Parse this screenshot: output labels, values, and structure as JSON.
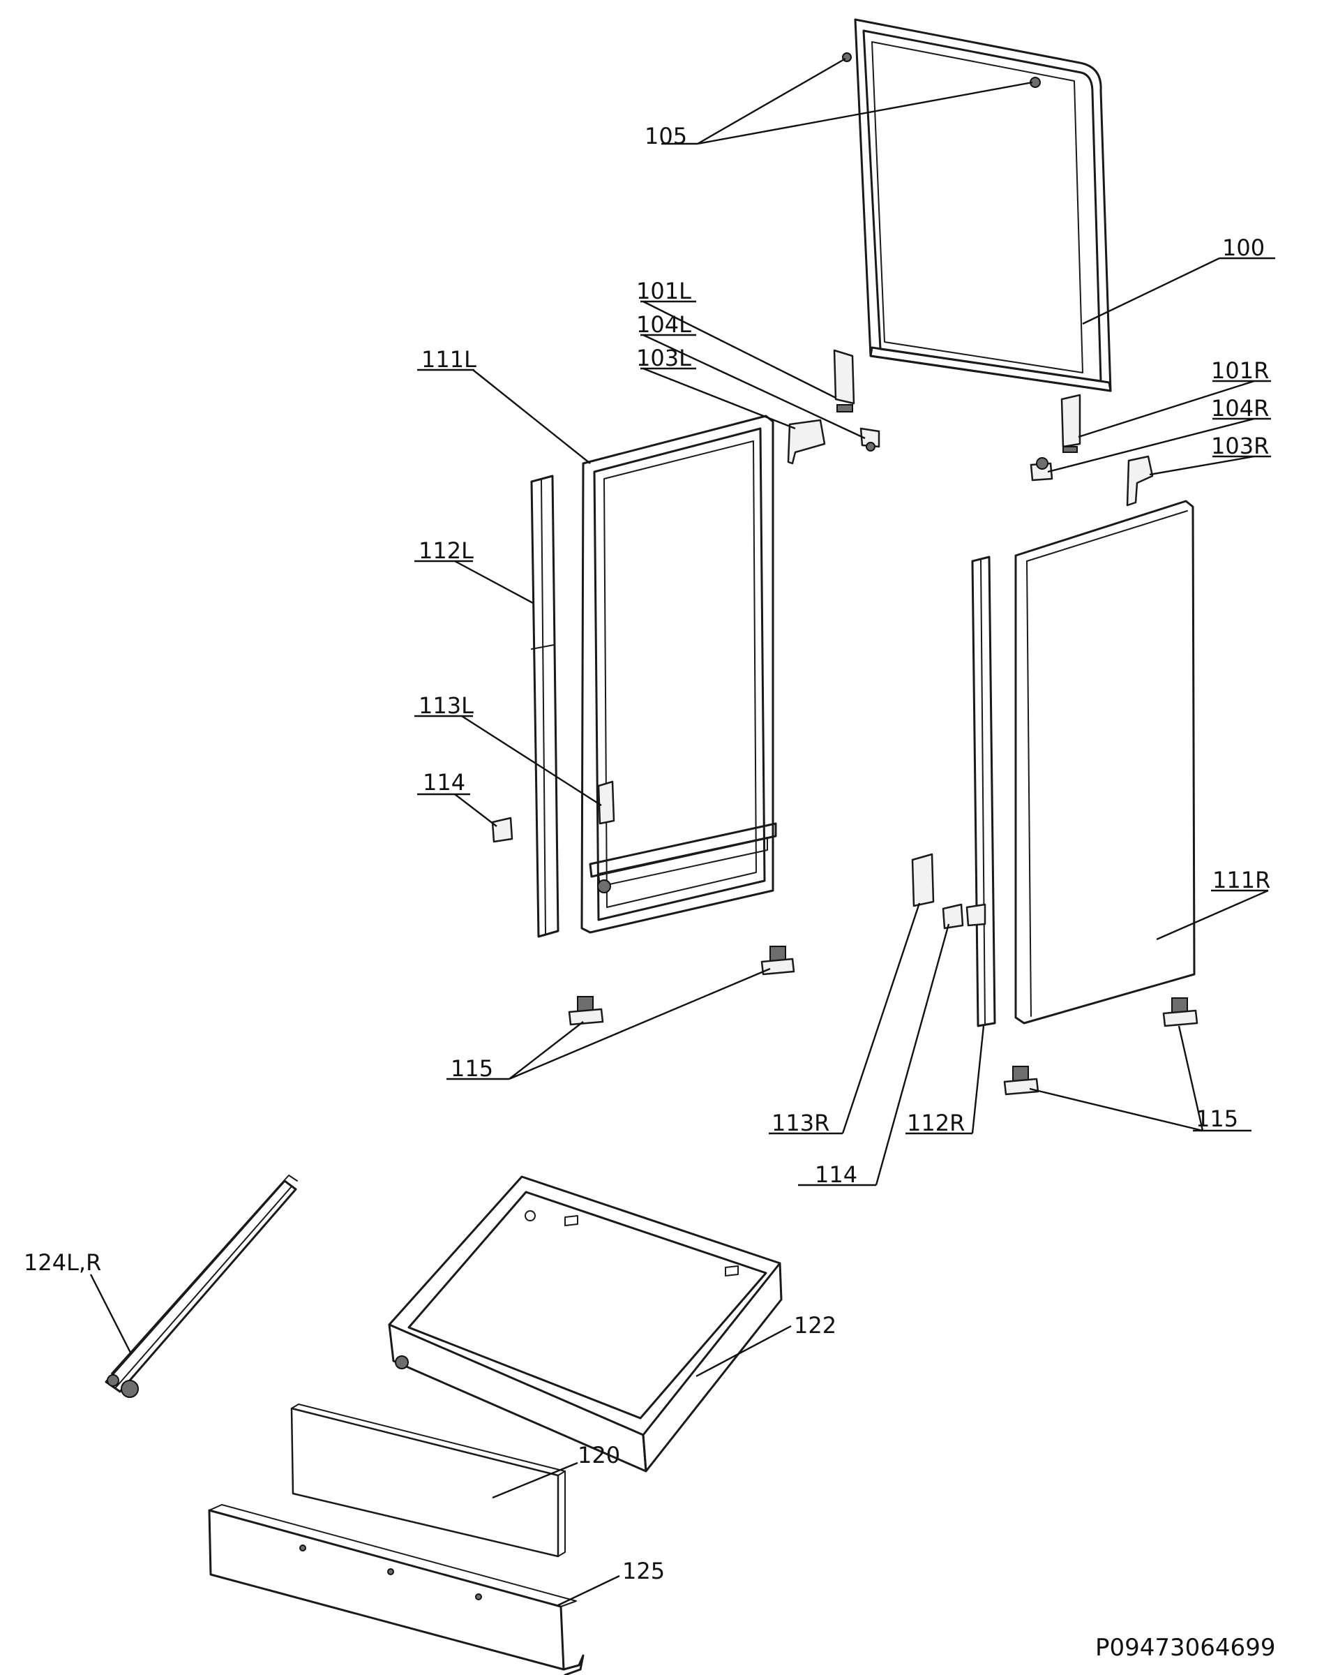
{
  "callouts": {
    "c105": "105",
    "c100": "100",
    "c101L": "101L",
    "c104L": "104L",
    "c103L": "103L",
    "c111L": "111L",
    "c101R": "101R",
    "c104R": "104R",
    "c103R": "103R",
    "c112L": "112L",
    "c113L": "113L",
    "c114a": "114",
    "c111R": "111R",
    "c115a": "115",
    "c113R": "113R",
    "c112R": "112R",
    "c115b": "115",
    "c114b": "114",
    "c124LR": "124L,R",
    "c122": "122",
    "c120": "120",
    "c125": "125"
  },
  "reference": "P09473064699"
}
